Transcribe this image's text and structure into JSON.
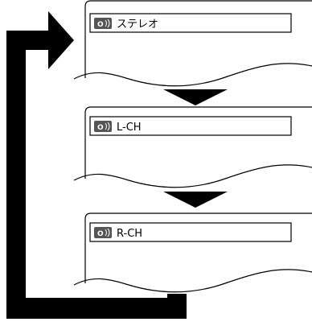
{
  "screens": [
    {
      "icon": "speaker-icon",
      "badge": "O",
      "mode": "ステレオ"
    },
    {
      "icon": "speaker-icon",
      "badge": "O",
      "mode": "L-CH"
    },
    {
      "icon": "speaker-icon",
      "badge": "O",
      "mode": "R-CH"
    }
  ],
  "colors": {
    "arrow": "#000000",
    "badge_bg": "#555555",
    "panel_border": "#000000"
  }
}
